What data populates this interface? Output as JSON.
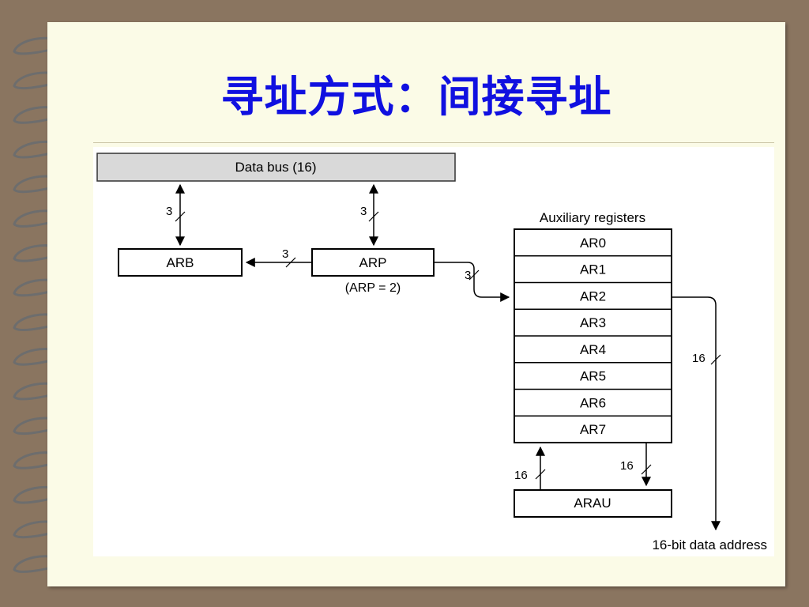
{
  "slide": {
    "title": "寻址方式：间接寻址"
  },
  "diagram": {
    "data_bus_label": "Data bus (16)",
    "arb_label": "ARB",
    "arp_label": "ARP",
    "arp_value_label": "(ARP = 2)",
    "aux_registers_title": "Auxiliary registers",
    "registers": [
      "AR0",
      "AR1",
      "AR2",
      "AR3",
      "AR4",
      "AR5",
      "AR6",
      "AR7"
    ],
    "arau_label": "ARAU",
    "bus_width_3a": "3",
    "bus_width_3b": "3",
    "bus_width_3c": "3",
    "bus_width_3d": "3",
    "bus_width_16_right": "16",
    "bus_width_16_arau_up": "16",
    "bus_width_16_arau_down": "16",
    "output_label": "16-bit data address"
  }
}
